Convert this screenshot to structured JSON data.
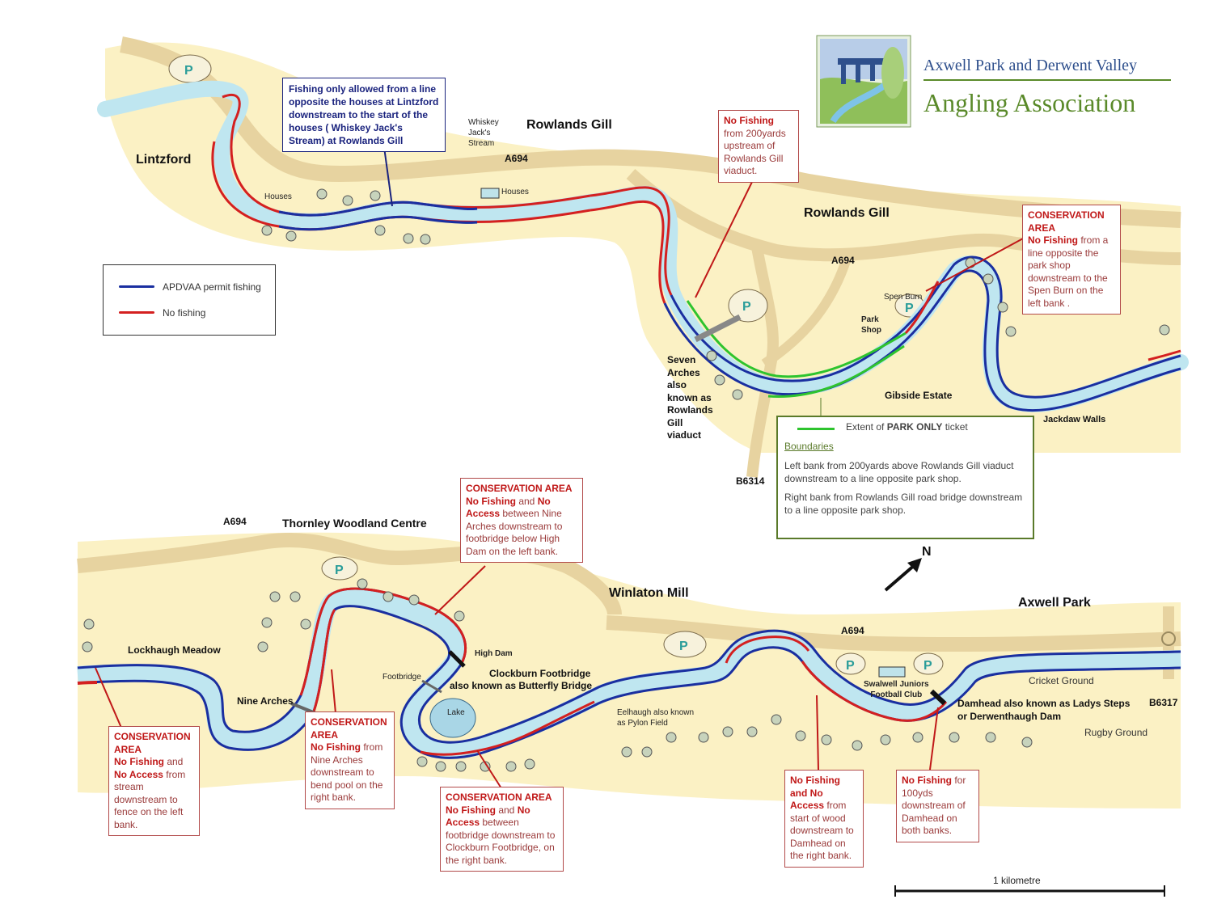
{
  "logo": {
    "line1": "Axwell Park and Derwent Valley",
    "line2": "Angling Association"
  },
  "legend": {
    "items": [
      {
        "label": "APDVAA permit fishing",
        "color": "#1a2fa0"
      },
      {
        "label": "No fishing",
        "color": "#d42020"
      }
    ]
  },
  "places": {
    "lintzford": "Lintzford",
    "rowlands_gill_top": "Rowlands Gill",
    "rowlands_gill_mid": "Rowlands Gill",
    "whiskey_jacks": [
      "Whiskey",
      "Jack's",
      "Stream"
    ],
    "houses_1": "Houses",
    "houses_2": "Houses",
    "seven_arches": [
      "Seven",
      "Arches",
      "also",
      "known as",
      "Rowlands",
      "Gill",
      "viaduct"
    ],
    "spen_burn": "Spen Burn",
    "park_shop": [
      "Park",
      "Shop"
    ],
    "gibside": "Gibside Estate",
    "jackdaw": "Jackdaw Walls",
    "thornley": "Thornley Woodland Centre",
    "winlaton_mill": "Winlaton Mill",
    "axwell_park": "Axwell Park",
    "lockhaugh": "Lockhaugh Meadow",
    "nine_arches": "Nine Arches",
    "high_dam": "High Dam",
    "footbridge": "Footbridge",
    "clockburn": [
      "Clockburn Footbridge",
      "also known as Butterfly Bridge"
    ],
    "lake": "Lake",
    "eelhaugh": [
      "Eelhaugh also known",
      "as Pylon Field"
    ],
    "swalwell": [
      "Swalwell Juniors",
      "Football Club"
    ],
    "damhead": [
      "Damhead also known as Ladys Steps",
      "or Derwenthaugh Dam"
    ],
    "cricket": "Cricket Ground",
    "rugby": "Rugby Ground"
  },
  "roads": {
    "a694_1": "A694",
    "a694_2": "A694",
    "a694_3": "A694",
    "a694_4": "A694",
    "b6314": "B6314",
    "b6317": "B6317"
  },
  "parking_symbol": "P",
  "north": "N",
  "scale": "1 kilometre",
  "notes": {
    "lintzford_info": "Fishing only allowed from a line opposite the houses at Lintzford downstream to the start of the houses ( Whiskey Jack's Stream) at Rowlands Gill",
    "viaduct": {
      "title": "No Fishing",
      "body": "from 200yards upstream of Rowlands Gill viaduct."
    },
    "conservation_spen": {
      "title": "CONSERVATION AREA",
      "lead": "No Fishing",
      "body": "from a line opposite the park shop downstream to the Spen Burn on the left bank ."
    },
    "park_only": {
      "legend": "Extent of PARK ONLY ticket",
      "legend_pre": "Extent of ",
      "legend_bold": "PARK ONLY",
      "legend_post": " ticket",
      "heading": "Boundaries",
      "line1": "Left bank from 200yards above Rowlands Gill viaduct downstream to a line opposite park shop.",
      "line2": "Right bank from Rowlands Gill road bridge downstream to a line opposite park shop."
    },
    "conservation_high_dam": {
      "title": "CONSERVATION AREA",
      "lead1": "No Fishing",
      "mid": " and ",
      "lead2": "No Access",
      "body": " between Nine Arches downstream to footbridge below High Dam on the left bank."
    },
    "conservation_lockhaugh": {
      "title": "CONSERVATION AREA",
      "lead1": "No Fishing",
      "mid": " and ",
      "lead2": "No Access",
      "body": " from stream downstream to fence on the left bank."
    },
    "conservation_nine_arches": {
      "title": "CONSERVATION AREA",
      "lead": "No Fishing",
      "body": " from Nine Arches downstream to bend pool on the right bank."
    },
    "conservation_clockburn": {
      "title": "CONSERVATION AREA",
      "lead1": "No Fishing",
      "mid": " and ",
      "lead2": "No Access",
      "body": " between footbridge downstream to Clockburn Footbridge, on the right bank."
    },
    "wood": {
      "lead1": "No Fishing",
      "mid": " and No ",
      "lead2": "Access",
      "body": " from start of wood downstream to Damhead on the right bank."
    },
    "damhead_note": {
      "lead": "No Fishing",
      "body": " for 100yds downstream of Damhead on both banks."
    }
  }
}
